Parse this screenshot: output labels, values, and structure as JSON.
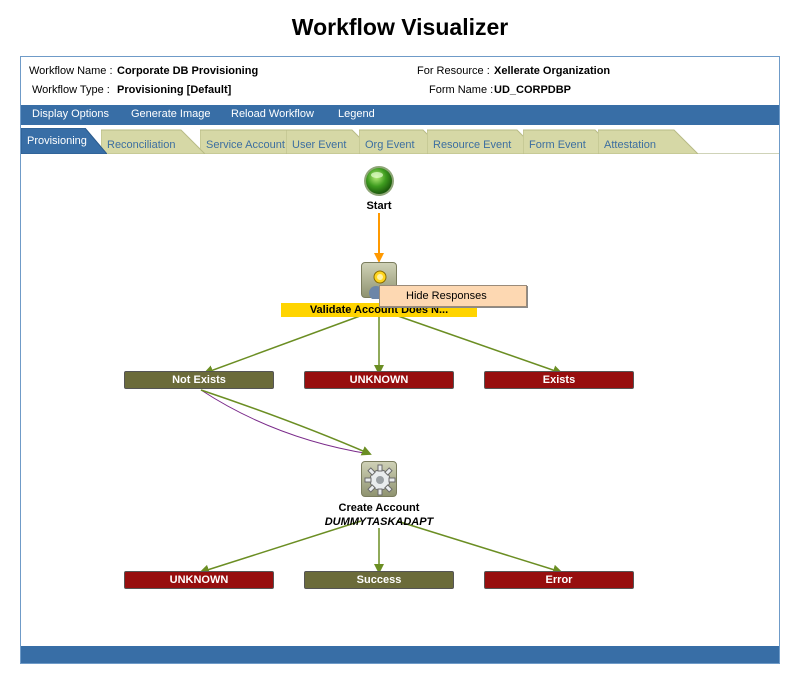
{
  "page": {
    "title": "Workflow Visualizer"
  },
  "info": {
    "workflow_name_label": "Workflow Name :",
    "workflow_name": "Corporate DB Provisioning",
    "workflow_type_label": "Workflow Type :",
    "workflow_type": "Provisioning [Default]",
    "resource_label": "For Resource :",
    "resource": "Xellerate Organization",
    "form_label": "Form Name :",
    "form": "UD_CORPDBP"
  },
  "menu": [
    "Display Options",
    "Generate Image",
    "Reload Workflow",
    "Legend"
  ],
  "tabs": [
    {
      "label": "Provisioning",
      "active": true
    },
    {
      "label": "Reconciliation",
      "active": false
    },
    {
      "label": "Service Account",
      "active": false
    },
    {
      "label": "User Event",
      "active": false
    },
    {
      "label": "Org Event",
      "active": false
    },
    {
      "label": "Resource Event",
      "active": false
    },
    {
      "label": "Form Event",
      "active": false
    },
    {
      "label": "Attestation",
      "active": false
    }
  ],
  "workflow": {
    "start_label": "Start",
    "task1": {
      "name": "Validate Account Does N..."
    },
    "task1_responses": [
      {
        "label": "Not Exists",
        "status": "success"
      },
      {
        "label": "UNKNOWN",
        "status": "error"
      },
      {
        "label": "Exists",
        "status": "error"
      }
    ],
    "task2": {
      "name": "Create Account",
      "adapter": "DUMMYTASKADAPT"
    },
    "task2_responses": [
      {
        "label": "UNKNOWN",
        "status": "error"
      },
      {
        "label": "Success",
        "status": "success"
      },
      {
        "label": "Error",
        "status": "error"
      }
    ]
  },
  "context_menu": {
    "item": "Hide Responses"
  },
  "colors": {
    "brand_bar": "#386ea6",
    "response_success": "#6b6b3a",
    "response_error": "#970e0e",
    "start_arrow": "#ff9900",
    "flow_arrow": "#6b8e23",
    "highlight": "#ffd400"
  }
}
